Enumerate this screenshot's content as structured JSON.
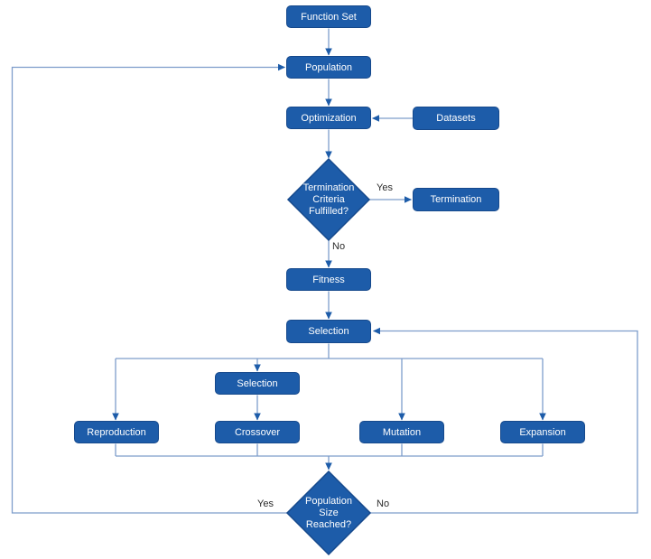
{
  "colors": {
    "background": "#ffffff",
    "node_fill": "#1d5ca9",
    "node_border": "#16498c",
    "node_text": "#ffffff",
    "connector": "#7e9dcb",
    "arrowhead": "#1d5ca9",
    "edge_label_text": "#2b2b2b"
  },
  "nodes": {
    "function_set": {
      "label": "Function Set",
      "type": "process"
    },
    "population": {
      "label": "Population",
      "type": "process"
    },
    "optimization": {
      "label": "Optimization",
      "type": "process"
    },
    "datasets": {
      "label": "Datasets",
      "type": "process"
    },
    "termination_criteria": {
      "label": "Termination Criteria Fulfilled?",
      "type": "decision"
    },
    "termination": {
      "label": "Termination",
      "type": "process"
    },
    "fitness": {
      "label": "Fitness",
      "type": "process"
    },
    "selection_main": {
      "label": "Selection",
      "type": "process"
    },
    "selection_sub": {
      "label": "Selection",
      "type": "process"
    },
    "reproduction": {
      "label": "Reproduction",
      "type": "process"
    },
    "crossover": {
      "label": "Crossover",
      "type": "process"
    },
    "mutation": {
      "label": "Mutation",
      "type": "process"
    },
    "expansion": {
      "label": "Expansion",
      "type": "process"
    },
    "population_size": {
      "label": "Population Size Reached?",
      "type": "decision"
    }
  },
  "edge_labels": {
    "termination_yes": "Yes",
    "termination_no": "No",
    "population_yes": "Yes",
    "population_no": "No"
  }
}
